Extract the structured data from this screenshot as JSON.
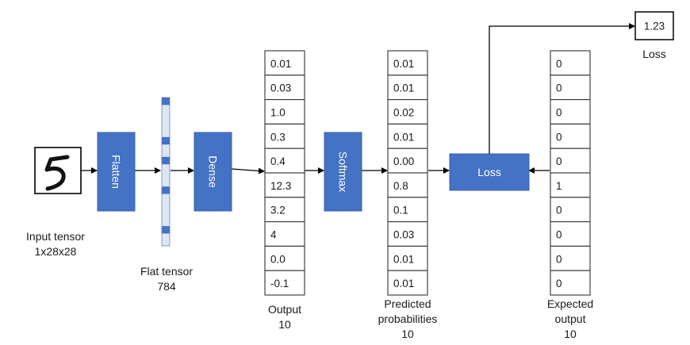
{
  "colors": {
    "block": "#4472c4",
    "block_border": "#3a63ad",
    "arrow": "#000000",
    "cell_border": "#333333",
    "flat_bar": "#dde6f5"
  },
  "input": {
    "label_line1": "Input tensor",
    "label_line2": "1x28x28",
    "image_icon": "digit-five-image"
  },
  "flat_tensor": {
    "label_line1": "Flat tensor",
    "label_line2": "784",
    "filled_slots": [
      0,
      4,
      6,
      9,
      13
    ]
  },
  "blocks": {
    "flatten": "Flatten",
    "dense": "Dense",
    "softmax": "Softmax",
    "loss": "Loss"
  },
  "output": {
    "label_line1": "Output",
    "label_line2": "10",
    "values": [
      "0.01",
      "0.03",
      "1.0",
      "0.3",
      "0.4",
      "12.3",
      "3.2",
      "4",
      "0.0",
      "-0.1"
    ]
  },
  "predicted": {
    "label_line1": "Predicted",
    "label_line2": "probabilities",
    "label_line3": "10",
    "values": [
      "0.01",
      "0.01",
      "0.02",
      "0.01",
      "0.00",
      "0.8",
      "0.1",
      "0.03",
      "0.01",
      "0.01"
    ]
  },
  "expected": {
    "label_line1": "Expected",
    "label_line2": "output",
    "label_line3": "10",
    "values": [
      "0",
      "0",
      "0",
      "0",
      "0",
      "1",
      "0",
      "0",
      "0",
      "0"
    ]
  },
  "loss_result": {
    "value": "1.23",
    "label": "Loss"
  }
}
